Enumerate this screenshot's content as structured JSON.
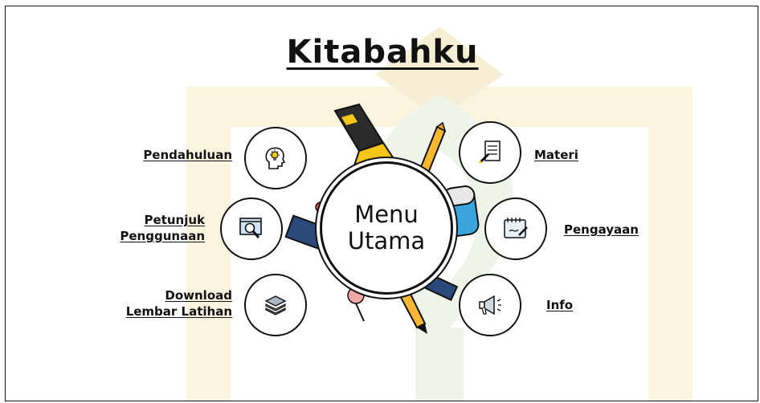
{
  "app": {
    "title": "Kitabahku"
  },
  "center": {
    "line1": "Menu",
    "line2": "Utama"
  },
  "menu": {
    "pendahuluan": {
      "label": "Pendahuluan",
      "icon": "head-lightbulb-icon"
    },
    "petunjuk": {
      "line1": "Petunjuk",
      "line2": "Penggunaan",
      "icon": "magnifier-screen-icon"
    },
    "download": {
      "line1": "Download",
      "line2": "Lembar Latihan",
      "icon": "layers-icon"
    },
    "materi": {
      "label": "Materi",
      "icon": "checklist-document-icon"
    },
    "pengayaan": {
      "label": "Pengayaan",
      "icon": "notebook-pen-icon"
    },
    "info": {
      "label": "Info",
      "icon": "megaphone-icon"
    }
  },
  "colors": {
    "accent": "#f5c518",
    "pencil": "#f7b733",
    "watermark": "#f6eed0",
    "watermark_green": "#e6efe6",
    "text": "#111111"
  }
}
